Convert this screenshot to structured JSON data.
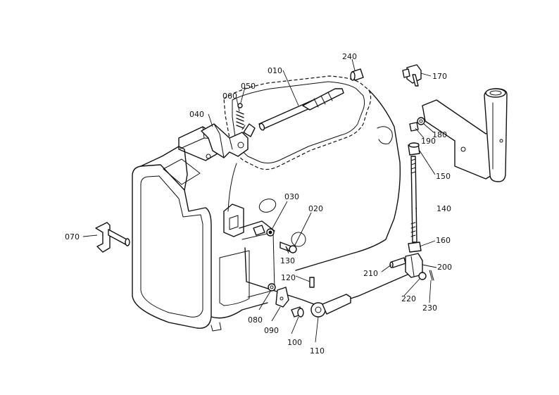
{
  "parts": [
    {
      "id": "p010",
      "label": "010"
    },
    {
      "id": "p020",
      "label": "020"
    },
    {
      "id": "p030",
      "label": "030"
    },
    {
      "id": "p040",
      "label": "040"
    },
    {
      "id": "p050",
      "label": "050"
    },
    {
      "id": "p060",
      "label": "060"
    },
    {
      "id": "p070",
      "label": "070"
    },
    {
      "id": "p080",
      "label": "080"
    },
    {
      "id": "p090",
      "label": "090"
    },
    {
      "id": "p100",
      "label": "100"
    },
    {
      "id": "p110",
      "label": "110"
    },
    {
      "id": "p120",
      "label": "120"
    },
    {
      "id": "p130",
      "label": "130"
    },
    {
      "id": "p140",
      "label": "140"
    },
    {
      "id": "p150",
      "label": "150"
    },
    {
      "id": "p160",
      "label": "160"
    },
    {
      "id": "p170",
      "label": "170"
    },
    {
      "id": "p180",
      "label": "180"
    },
    {
      "id": "p190",
      "label": "190"
    },
    {
      "id": "p200",
      "label": "200"
    },
    {
      "id": "p210",
      "label": "210"
    },
    {
      "id": "p220",
      "label": "220"
    },
    {
      "id": "p230",
      "label": "230"
    },
    {
      "id": "p240",
      "label": "240"
    }
  ]
}
